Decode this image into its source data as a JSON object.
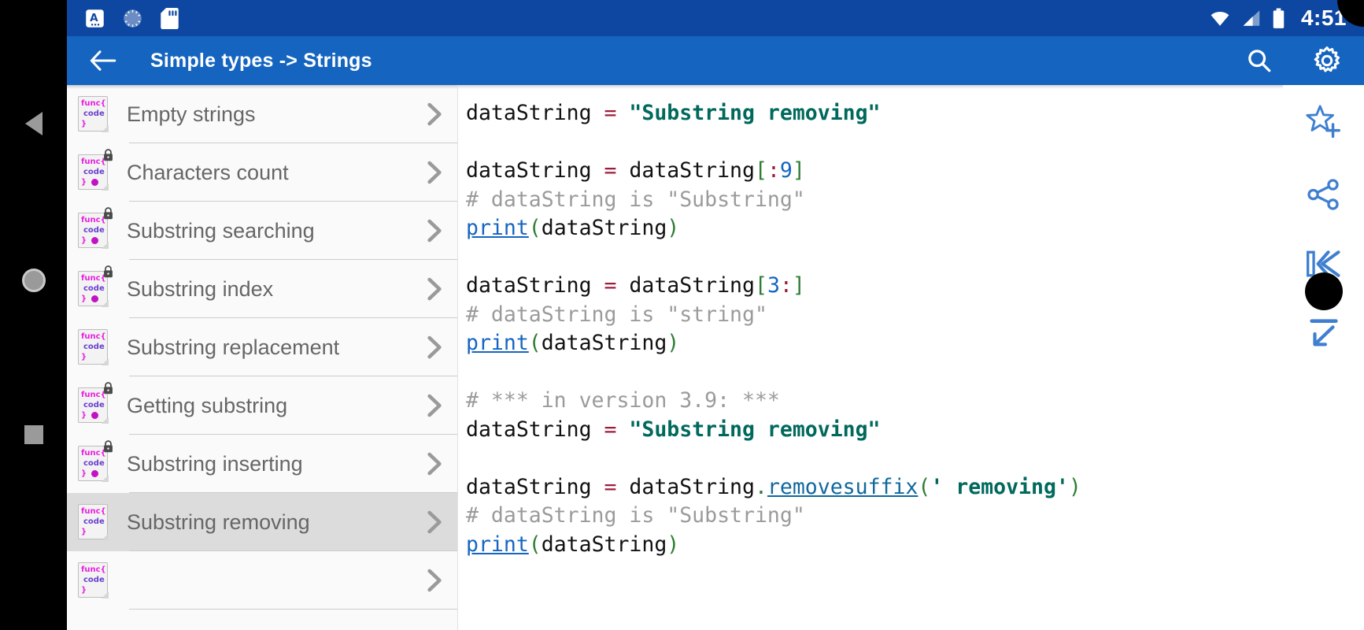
{
  "statusbar": {
    "time": "4:51",
    "left_icons": [
      "keyboard-input-icon",
      "sync-progress-icon",
      "sd-card-icon"
    ],
    "right_icons": [
      "wifi-icon",
      "cellular-signal-icon",
      "battery-icon"
    ]
  },
  "appbar": {
    "back_label": "back-arrow",
    "title": "Simple types -> Strings",
    "search_label": "search-icon",
    "settings_label": "gear-icon",
    "background": "#1565c0"
  },
  "sidebar": {
    "items": [
      {
        "label": "Empty strings",
        "locked": false,
        "dot": false,
        "selected": false
      },
      {
        "label": "Characters count",
        "locked": true,
        "dot": true,
        "selected": false
      },
      {
        "label": "Substring searching",
        "locked": true,
        "dot": true,
        "selected": false
      },
      {
        "label": "Substring index",
        "locked": true,
        "dot": true,
        "selected": false
      },
      {
        "label": "Substring replacement",
        "locked": false,
        "dot": false,
        "selected": false
      },
      {
        "label": "Getting substring",
        "locked": true,
        "dot": true,
        "selected": false
      },
      {
        "label": "Substring inserting",
        "locked": true,
        "dot": true,
        "selected": false
      },
      {
        "label": "Substring removing",
        "locked": false,
        "dot": false,
        "selected": true
      },
      {
        "label": "",
        "locked": false,
        "dot": false,
        "selected": false
      }
    ],
    "icon_text": {
      "line1": "func{",
      "line2": "code",
      "line3": "}"
    },
    "chevron": "chevron-right-icon"
  },
  "code": {
    "language": "python",
    "lines": [
      [
        {
          "t": "dataString ",
          "c": "var"
        },
        {
          "t": "= ",
          "c": "op"
        },
        {
          "t": "\"Substring removing\"",
          "c": "str"
        }
      ],
      [
        {
          "t": "",
          "c": "var"
        }
      ],
      [
        {
          "t": "dataString ",
          "c": "var"
        },
        {
          "t": "= ",
          "c": "op"
        },
        {
          "t": "dataString",
          "c": "var"
        },
        {
          "t": "[",
          "c": "brk"
        },
        {
          "t": ":",
          "c": "op"
        },
        {
          "t": "9",
          "c": "num"
        },
        {
          "t": "]",
          "c": "brk"
        }
      ],
      [
        {
          "t": "# dataString is \"Substring\"",
          "c": "cmt"
        }
      ],
      [
        {
          "t": "print",
          "c": "lnk"
        },
        {
          "t": "(",
          "c": "par"
        },
        {
          "t": "dataString",
          "c": "var"
        },
        {
          "t": ")",
          "c": "par"
        }
      ],
      [
        {
          "t": "",
          "c": "var"
        }
      ],
      [
        {
          "t": "dataString ",
          "c": "var"
        },
        {
          "t": "= ",
          "c": "op"
        },
        {
          "t": "dataString",
          "c": "var"
        },
        {
          "t": "[",
          "c": "brk"
        },
        {
          "t": "3",
          "c": "num"
        },
        {
          "t": ":",
          "c": "op"
        },
        {
          "t": "]",
          "c": "brk"
        }
      ],
      [
        {
          "t": "# dataString is \"string\"",
          "c": "cmt"
        }
      ],
      [
        {
          "t": "print",
          "c": "lnk"
        },
        {
          "t": "(",
          "c": "par"
        },
        {
          "t": "dataString",
          "c": "var"
        },
        {
          "t": ")",
          "c": "par"
        }
      ],
      [
        {
          "t": "",
          "c": "var"
        }
      ],
      [
        {
          "t": "# *** in version 3.9: ***",
          "c": "cmt"
        }
      ],
      [
        {
          "t": "dataString ",
          "c": "var"
        },
        {
          "t": "= ",
          "c": "op"
        },
        {
          "t": "\"Substring removing\"",
          "c": "str"
        }
      ],
      [
        {
          "t": "",
          "c": "var"
        }
      ],
      [
        {
          "t": "dataString ",
          "c": "var"
        },
        {
          "t": "= ",
          "c": "op"
        },
        {
          "t": "dataString",
          "c": "var"
        },
        {
          "t": ".",
          "c": "dot"
        },
        {
          "t": "removesuffix",
          "c": "lnk2"
        },
        {
          "t": "(",
          "c": "par"
        },
        {
          "t": "' removing'",
          "c": "str"
        },
        {
          "t": ")",
          "c": "par"
        }
      ],
      [
        {
          "t": "# dataString is \"Substring\"",
          "c": "cmt"
        }
      ],
      [
        {
          "t": "print",
          "c": "lnk"
        },
        {
          "t": "(",
          "c": "par"
        },
        {
          "t": "dataString",
          "c": "var"
        },
        {
          "t": ")",
          "c": "par"
        }
      ]
    ]
  },
  "rightrail": {
    "buttons": [
      {
        "name": "add-bookmark-icon"
      },
      {
        "name": "share-icon"
      },
      {
        "name": "skip-to-start-icon"
      },
      {
        "name": "collapse-arrow-icon"
      }
    ]
  },
  "navbar": {
    "buttons": [
      {
        "name": "android-back-button"
      },
      {
        "name": "android-home-button"
      },
      {
        "name": "android-recents-button"
      }
    ]
  },
  "colors": {
    "statusbar": "#0d47a1",
    "appbar": "#1565c0",
    "accent": "#1565c0",
    "list_bg": "#fafafa",
    "list_selected": "#dcdcdc",
    "string": "#00695c",
    "comment": "#9b9b9b",
    "operator": "#9e1c3a",
    "number": "#1565c0",
    "bracket": "#2e7d32",
    "icon_magenta": "#c312c3",
    "icon_purple": "#6a3fcf"
  }
}
